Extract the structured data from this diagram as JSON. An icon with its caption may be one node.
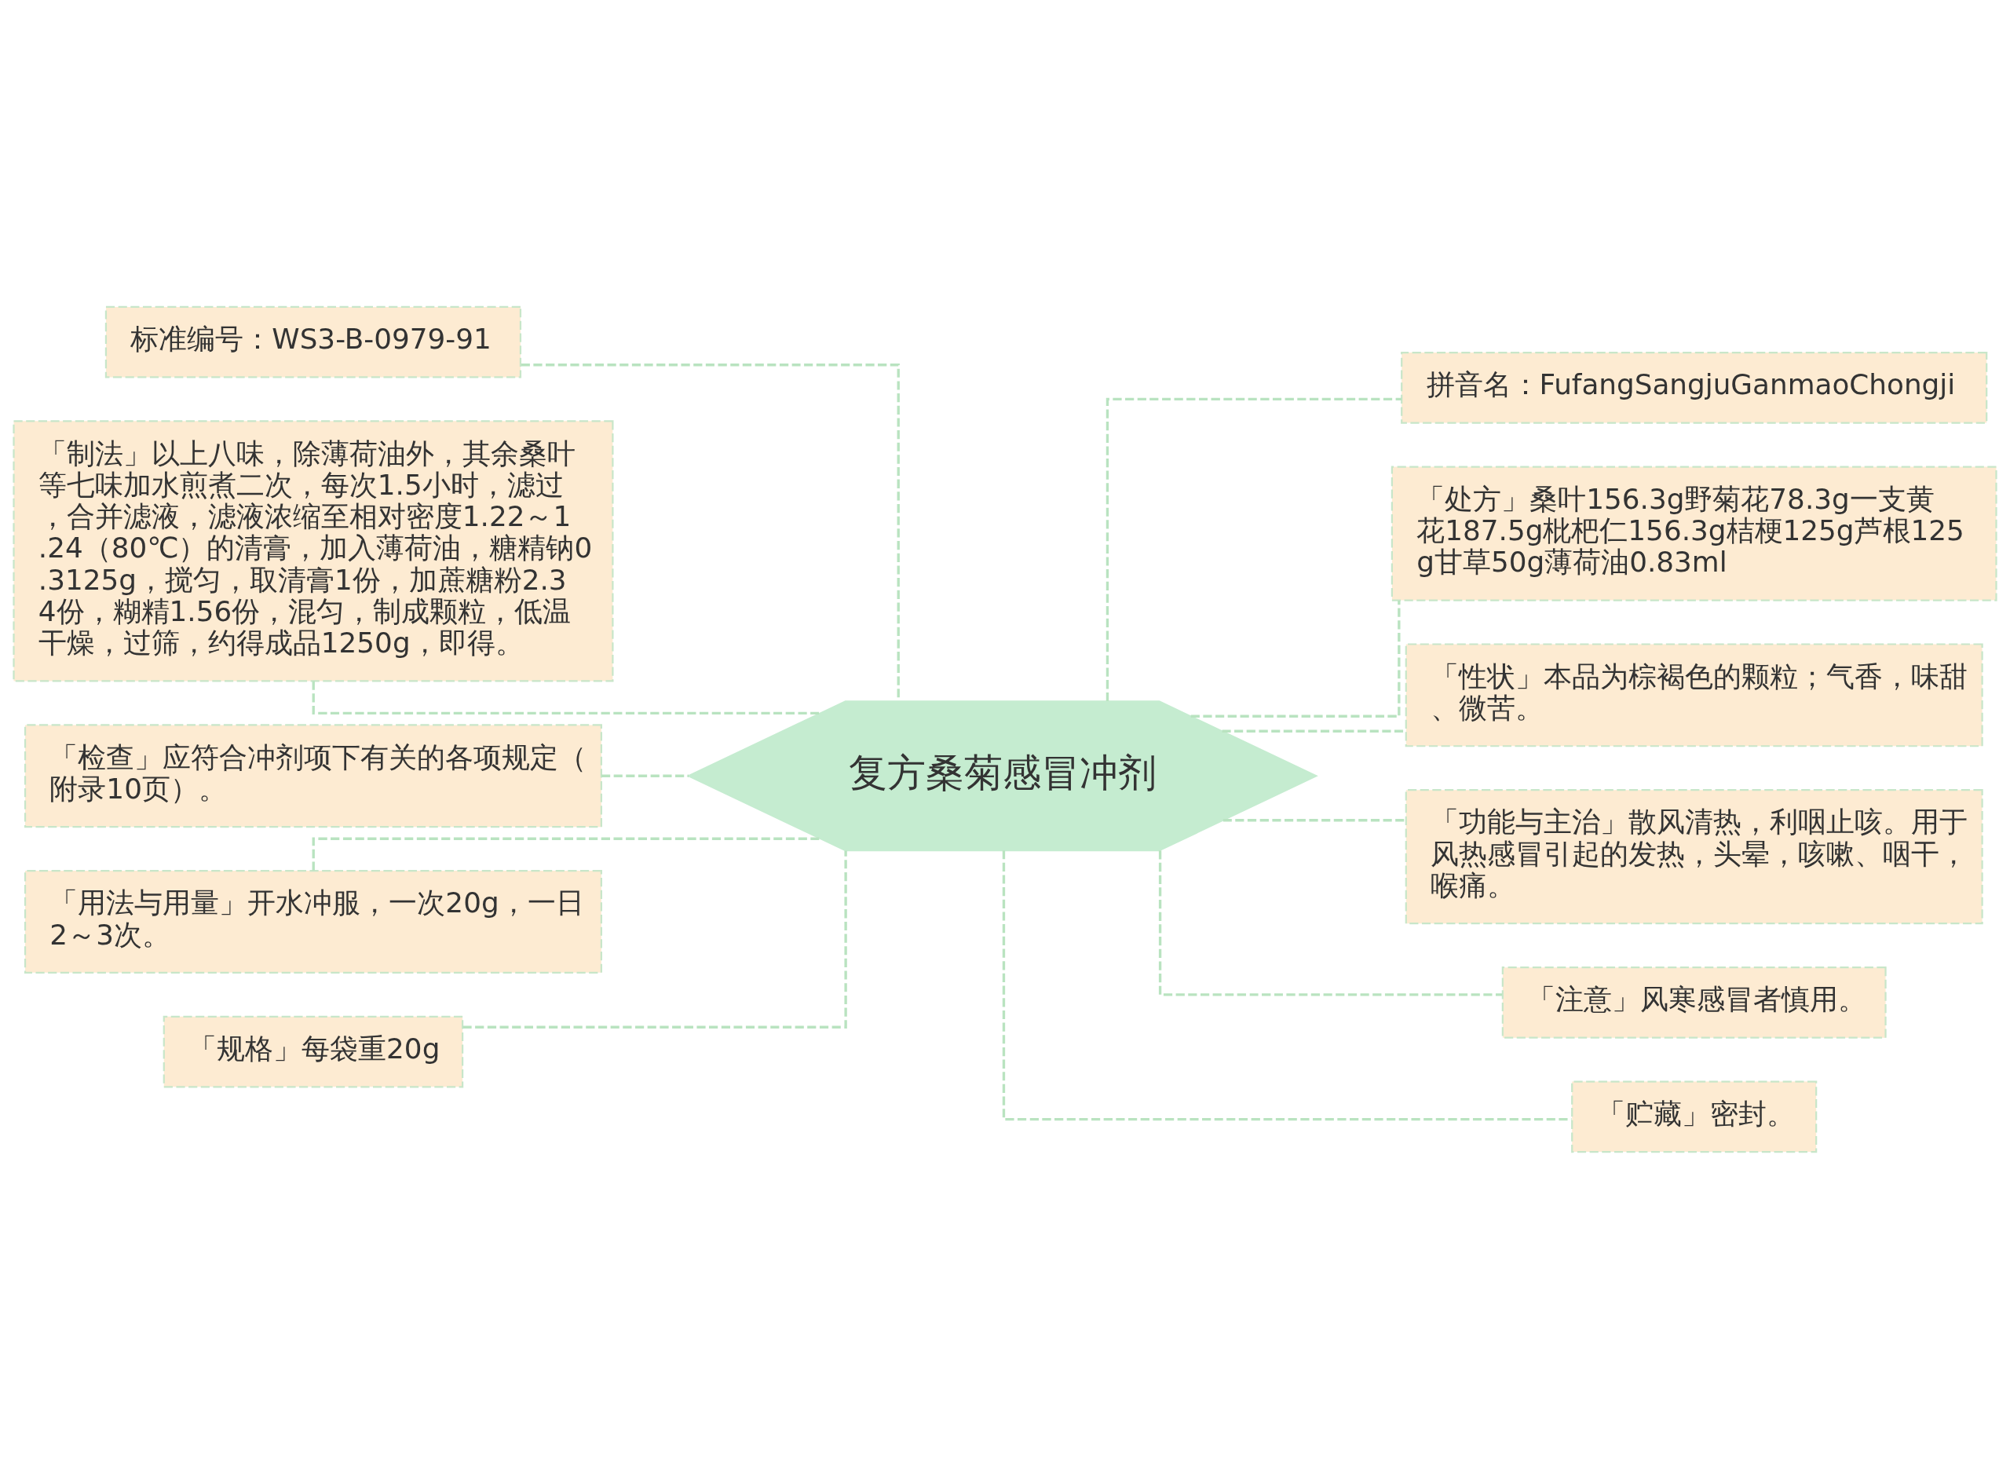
{
  "diagram": {
    "nodes": [
      {
        "text": [
          "复方桑菊感冒冲剂"
        ]
      },
      {
        "text": [
          "标准编号：WS3-B-0979-91"
        ]
      },
      {
        "text": [
          "「制法」以上八味，除薄荷油外，其余桑叶等七味加水煎煮二次，每次1.5小时，滤过，合并滤液，滤液浓缩至相对密度1.22～1.24（80℃）的清膏，加入薄荷油，糖精钠0.3125g，搅匀，取清膏1份，加蔗糖粉2.34份，糊精1.56份，混匀，制成颗粒，低温干燥，过筛，约得成品1250g，即得。"
        ]
      },
      {
        "text": [
          "「检查」应符合冲剂项下有关的各项规定（附录10页）。"
        ]
      },
      {
        "text": [
          "「用法与用量」开水冲服，一次20g，一日2～3次。"
        ]
      },
      {
        "text": [
          "「规格」每袋重20g"
        ]
      },
      {
        "text": [
          "拼音名：FufangSangjuGanmaoChongji"
        ]
      },
      {
        "text": [
          "「处方」桑叶156.3g野菊花78.3g一支黄花187.5g枇杷仁156.3g桔梗125g芦根125g甘草50g薄荷油0.83ml"
        ]
      },
      {
        "text": [
          "「性状」本品为棕褐色的颗粒；气香，味甜、微苦。"
        ]
      },
      {
        "text": [
          "「功能与主治」散风清热，利咽止咳。用于风热感冒引起的发热，头晕，咳嗽、咽干，喉痛。"
        ]
      },
      {
        "text": [
          "「注意」风寒感冒者慎用。"
        ]
      },
      {
        "text": [
          "「贮藏」密封。"
        ]
      }
    ],
    "edges": [
      {
        "from": 0,
        "to": 1,
        "arrow": "none",
        "style": "dashed"
      },
      {
        "from": 0,
        "to": 2,
        "arrow": "none",
        "style": "dashed"
      },
      {
        "from": 0,
        "to": 3,
        "arrow": "none",
        "style": "dashed"
      },
      {
        "from": 0,
        "to": 4,
        "arrow": "none",
        "style": "dashed"
      },
      {
        "from": 0,
        "to": 5,
        "arrow": "none",
        "style": "dashed"
      },
      {
        "from": 0,
        "to": 6,
        "arrow": "none",
        "style": "dashed"
      },
      {
        "from": 0,
        "to": 7,
        "arrow": "none",
        "style": "dashed"
      },
      {
        "from": 0,
        "to": 8,
        "arrow": "none",
        "style": "dashed"
      },
      {
        "from": 0,
        "to": 9,
        "arrow": "none",
        "style": "dashed"
      },
      {
        "from": 0,
        "to": 10,
        "arrow": "none",
        "style": "dashed"
      },
      {
        "from": 0,
        "to": 11,
        "arrow": "none",
        "style": "dashed"
      }
    ]
  }
}
